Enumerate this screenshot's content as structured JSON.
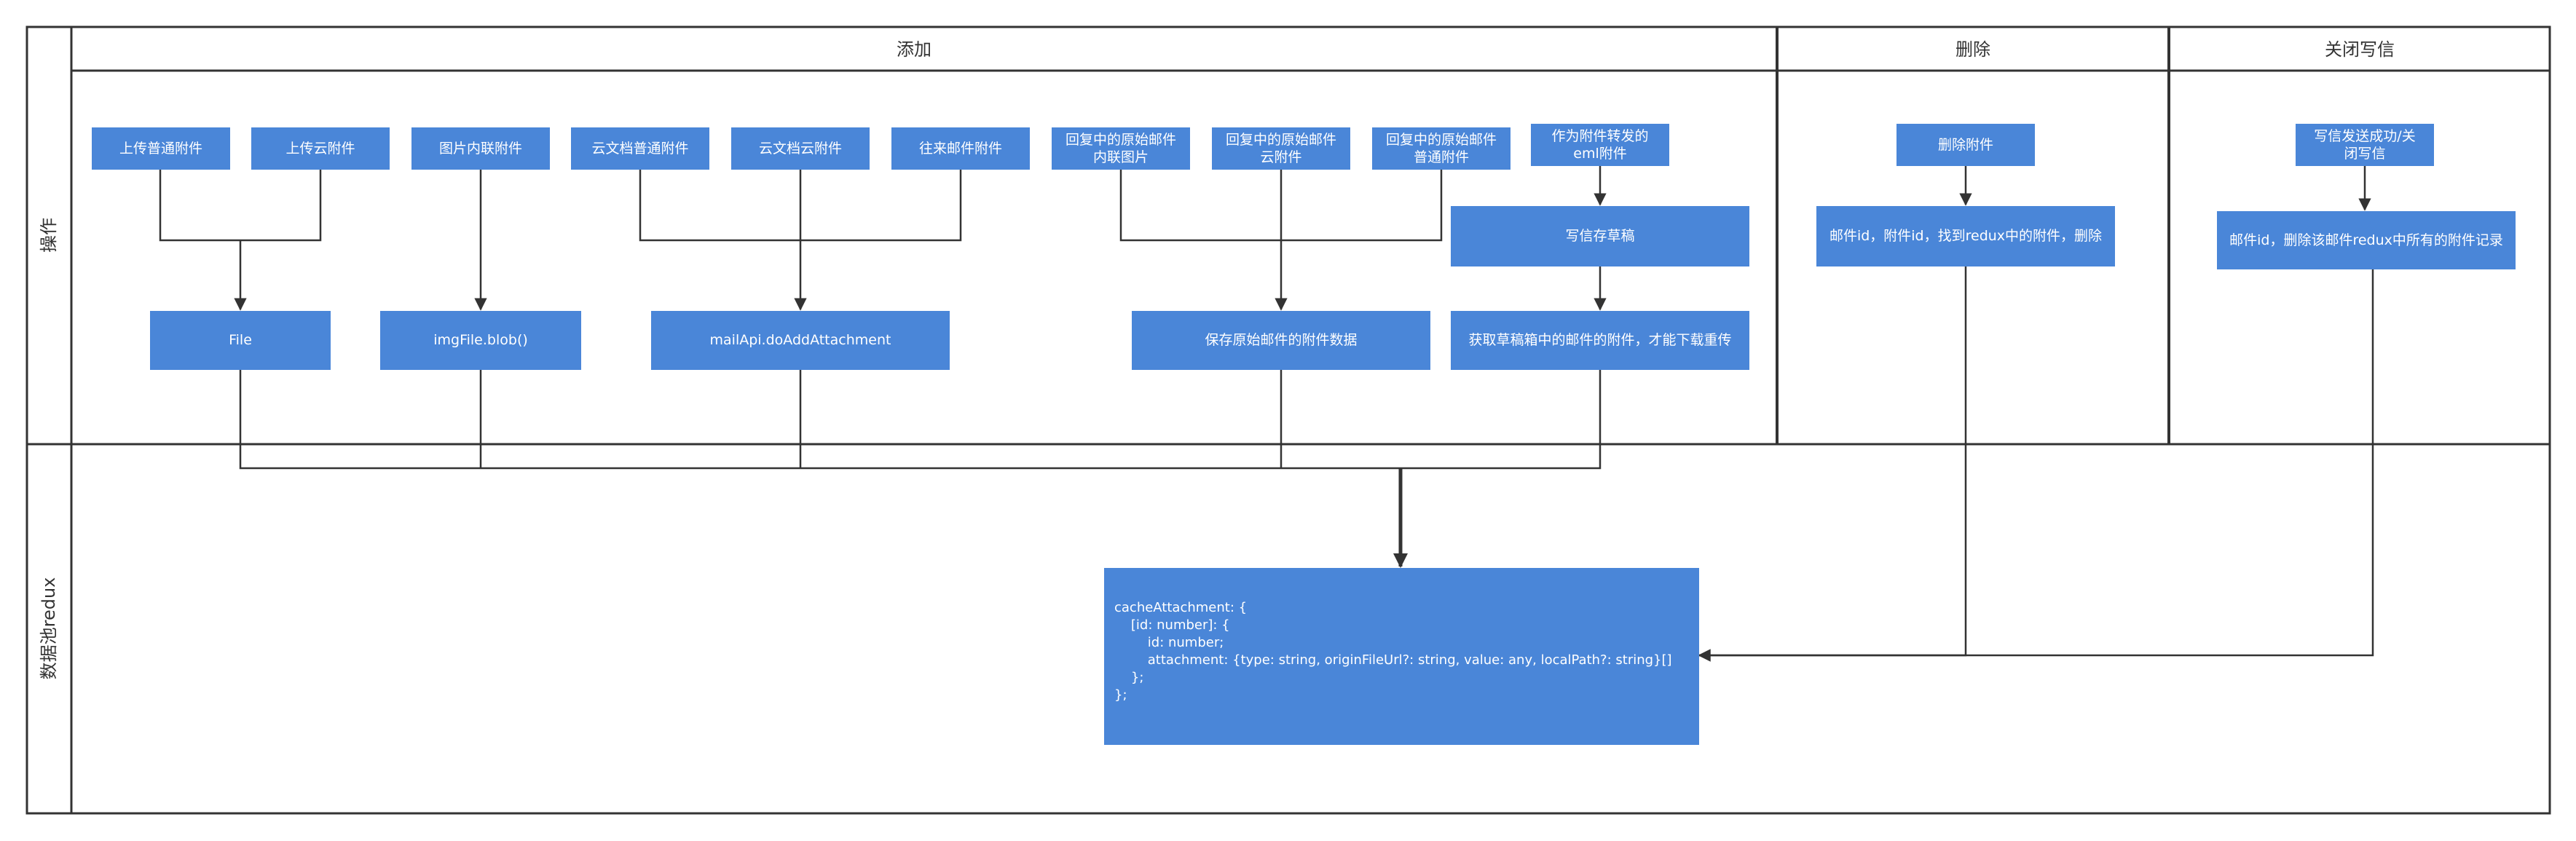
{
  "columns": {
    "add": "添加",
    "delete": "删除",
    "close": "关闭写信"
  },
  "rows": {
    "operation": "操作",
    "datapool": "数据池redux"
  },
  "nodes": {
    "upload_normal": [
      "上传普通附件"
    ],
    "upload_cloud": [
      "上传云附件"
    ],
    "inline_image": [
      "图片内联附件"
    ],
    "clouddoc_normal": [
      "云文档普通附件"
    ],
    "clouddoc_cloud": [
      "云文档云附件"
    ],
    "past_mail": [
      "往来邮件附件"
    ],
    "reply_inline": [
      "回复中的原始邮件",
      "内联图片"
    ],
    "reply_cloud": [
      "回复中的原始邮件",
      "云附件"
    ],
    "reply_normal": [
      "回复中的原始邮件",
      "普通附件"
    ],
    "forward_eml": [
      "作为附件转发的",
      "eml附件"
    ],
    "save_draft": [
      "写信存草稿"
    ],
    "file": [
      "File"
    ],
    "imgfile_blob": [
      "imgFile.blob()"
    ],
    "mailapi_add": [
      "mailApi.doAddAttachment"
    ],
    "save_original": [
      "保存原始邮件的附件数据"
    ],
    "fetch_draft": [
      "获取草稿箱中的邮件的附件，才能下载重传"
    ],
    "delete_attachment": [
      "删除附件"
    ],
    "delete_desc": [
      "邮件id，附件id，找到redux中的附件，删除"
    ],
    "send_success": [
      "写信发送成功/关",
      "闭写信"
    ],
    "remove_all": [
      "邮件id，删除该邮件redux中所有的附件记录"
    ]
  },
  "cache_code": [
    "cacheAttachment: {",
    "    [id: number]: {",
    "        id: number;",
    "        attachment: {type: string, originFileUrl?: string, value: any, localPath?: string}[]",
    "    };",
    "};"
  ],
  "colors": {
    "node_fill": "#4a86d8",
    "line": "#333333",
    "background": "#ffffff"
  }
}
